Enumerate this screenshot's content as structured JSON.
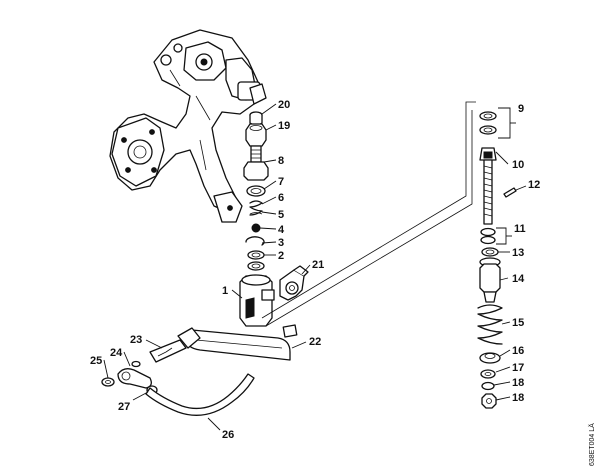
{
  "labels": {
    "l1": "1",
    "l2": "2",
    "l3": "3",
    "l4": "4",
    "l5": "5",
    "l6": "6",
    "l7": "7",
    "l8": "8",
    "l9": "9",
    "l10": "10",
    "l11": "11",
    "l12": "12",
    "l13": "13",
    "l14": "14",
    "l15": "15",
    "l16": "16",
    "l17": "17",
    "l18a": "18",
    "l18b": "18",
    "l19": "19",
    "l20": "20",
    "l21": "21",
    "l22": "22",
    "l23": "23",
    "l24": "24",
    "l25": "25",
    "l26": "26",
    "l27": "27"
  },
  "drawing_code": "638ET004 LÄ"
}
